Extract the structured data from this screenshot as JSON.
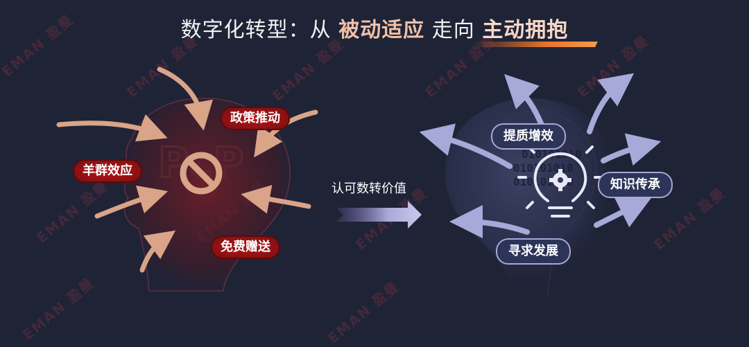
{
  "title": {
    "prefix": "数字化转型：从",
    "highlight1": "被动适应",
    "middle": "走向",
    "highlight2": "主动拥抱"
  },
  "left_labels": {
    "policy": "政策推动",
    "herd": "羊群效应",
    "free": "免费赠送"
  },
  "center_label": "认可数转价值",
  "right_labels": {
    "quality": "提质增效",
    "knowledge": "知识传承",
    "develop": "寻求发展"
  },
  "binary_text": "010101010",
  "watermark_text": "EMAN 盈曼",
  "colors": {
    "background": "#1f2336",
    "red_pill": "#8a1014",
    "blue_arrow": "#a7a9d8",
    "tan_arrow": "#d9a488",
    "accent_orange": "#e8742a"
  }
}
